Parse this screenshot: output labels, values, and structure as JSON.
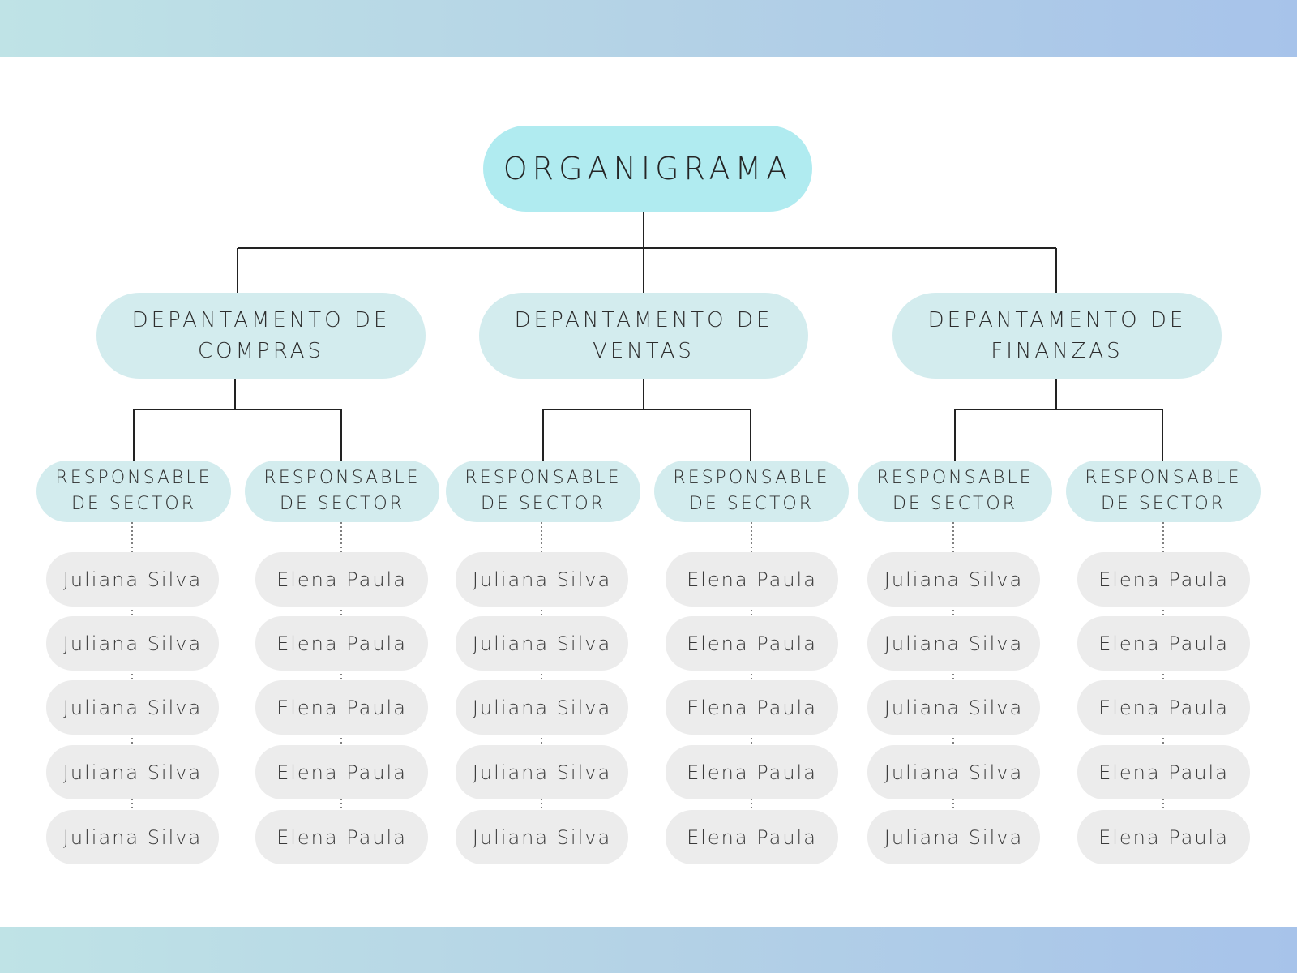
{
  "title": "ORGANIGRAMA",
  "departments": [
    {
      "name": "DEPANTAMENTO DE\nCOMPRAS",
      "sectors": [
        {
          "label": "RESPONSABLE\nDE SECTOR",
          "members": [
            "Juliana Silva",
            "Juliana Silva",
            "Juliana Silva",
            "Juliana Silva",
            "Juliana Silva"
          ]
        },
        {
          "label": "RESPONSABLE\nDE SECTOR",
          "members": [
            "Elena Paula",
            "Elena Paula",
            "Elena Paula",
            "Elena Paula",
            "Elena Paula"
          ]
        }
      ]
    },
    {
      "name": "DEPANTAMENTO DE\nVENTAS",
      "sectors": [
        {
          "label": "RESPONSABLE\nDE SECTOR",
          "members": [
            "Juliana Silva",
            "Juliana Silva",
            "Juliana Silva",
            "Juliana Silva",
            "Juliana Silva"
          ]
        },
        {
          "label": "RESPONSABLE\nDE SECTOR",
          "members": [
            "Elena Paula",
            "Elena Paula",
            "Elena Paula",
            "Elena Paula",
            "Elena Paula"
          ]
        }
      ]
    },
    {
      "name": "DEPANTAMENTO DE\nFINANZAS",
      "sectors": [
        {
          "label": "RESPONSABLE\nDE SECTOR",
          "members": [
            "Juliana Silva",
            "Juliana Silva",
            "Juliana Silva",
            "Juliana Silva",
            "Juliana Silva"
          ]
        },
        {
          "label": "RESPONSABLE\nDE SECTOR",
          "members": [
            "Elena Paula",
            "Elena Paula",
            "Elena Paula",
            "Elena Paula",
            "Elena Paula"
          ]
        }
      ]
    }
  ]
}
